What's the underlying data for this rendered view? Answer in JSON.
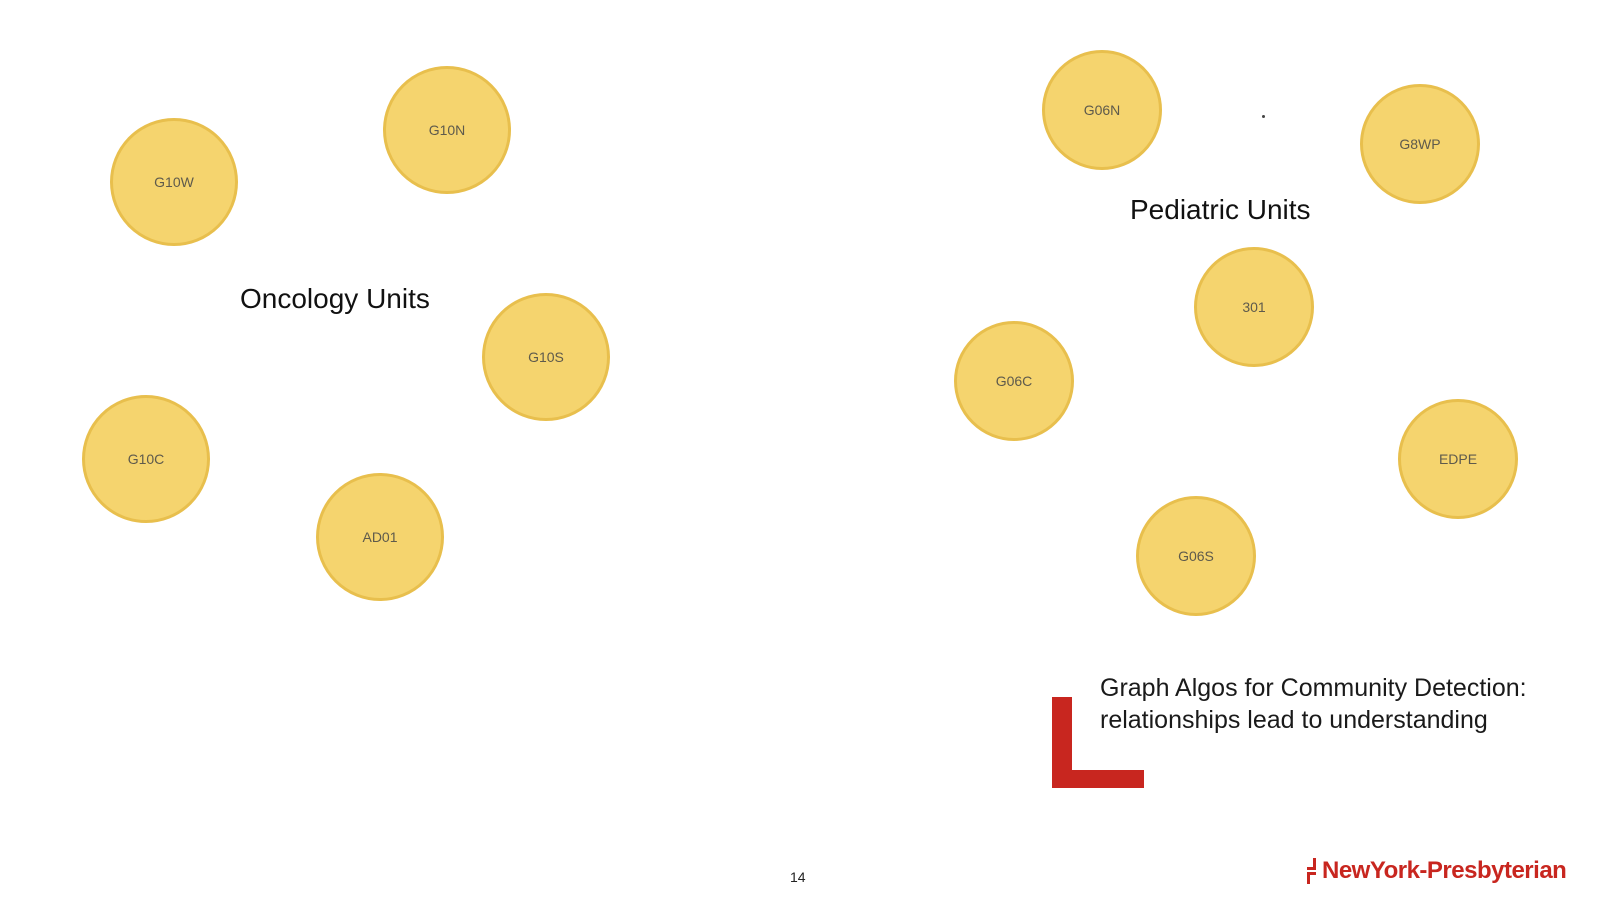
{
  "colors": {
    "node_fill": "#f5d46e",
    "node_border": "#e8bf4d",
    "accent_red": "#c8261f",
    "text": "#111111"
  },
  "groups": {
    "oncology_label": "Oncology Units",
    "pediatric_label": "Pediatric Units"
  },
  "nodes": [
    {
      "id": "G10W",
      "group": "oncology"
    },
    {
      "id": "G10N",
      "group": "oncology"
    },
    {
      "id": "G10S",
      "group": "oncology"
    },
    {
      "id": "G10C",
      "group": "oncology"
    },
    {
      "id": "AD01",
      "group": "oncology"
    },
    {
      "id": "G06N",
      "group": "pediatric"
    },
    {
      "id": "G8WP",
      "group": "pediatric"
    },
    {
      "id": "301",
      "group": "pediatric"
    },
    {
      "id": "G06C",
      "group": "pediatric"
    },
    {
      "id": "EDPE",
      "group": "pediatric"
    },
    {
      "id": "G06S",
      "group": "pediatric"
    }
  ],
  "caption": {
    "line1": "Graph Algos for Community Detection:",
    "line2": "relationships lead to understanding"
  },
  "footer": {
    "page_number": "14",
    "logo_text": "NewYork-Presbyterian"
  }
}
